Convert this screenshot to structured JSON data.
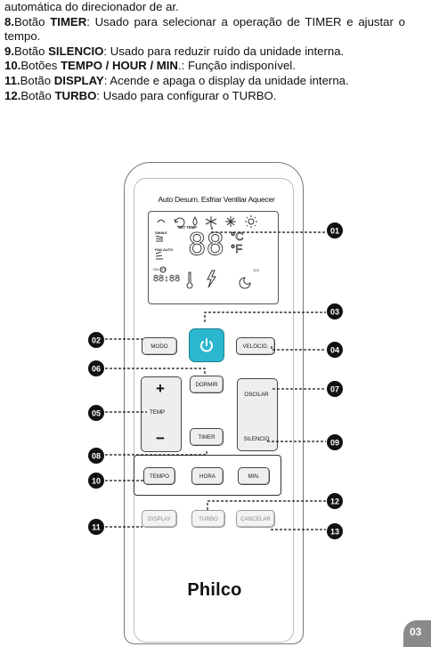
{
  "text": {
    "line1": "automática do direcionador de ar.",
    "item8": {
      "num": "8.",
      "pre": "Botão ",
      "key": "TIMER",
      "desc": ": Usado para selecionar a operação de TIMER e ajustar o tempo."
    },
    "item9": {
      "num": "9.",
      "pre": "Botão ",
      "key": "SILENCIO",
      "desc": ": Usado para reduzir ruído da unidade interna."
    },
    "item10": {
      "num": "10.",
      "pre": "Botões ",
      "key": "TEMPO / HOUR / MIN",
      "desc": ".: Função indisponível."
    },
    "item11": {
      "num": "11.",
      "pre": "Botão ",
      "key": "DISPLAY",
      "desc": ": Acende e apaga o display da unidade interna."
    },
    "item12": {
      "num": "12.",
      "pre": "Botão ",
      "key": "TURBO",
      "desc": ": Usado para configurar o TURBO."
    }
  },
  "remote": {
    "modes_label": "Auto Desum. Esfriar Ventilar Aquecer",
    "lcd": {
      "swing": "SWING",
      "set_temp": "SET TEMP",
      "fan_auto": "FAN AUTO",
      "on_off": "ON   OFF",
      "clock_digits": "88:88",
      "temp_digits": "88",
      "celsius": "°C",
      "fahrenheit": "°F",
      "sleep_num": "123"
    },
    "buttons": {
      "modo": "MODO",
      "velocid": "VELOCID.",
      "dormir": "DORMIR",
      "temp_plus": "+",
      "temp": "TEMP",
      "temp_minus": "−",
      "oscilar": "OSCILAR",
      "silencio": "SILENCIO",
      "timer": "TIMER",
      "tempo": "TEMPO",
      "hora": "HORA",
      "min": "MIN.",
      "display": "DISPLAY",
      "turbo": "TURBO",
      "cancelar": "CANCELAR"
    },
    "brand": "Philco",
    "power_color": "#2bb7cf"
  },
  "callouts": {
    "c01": "01",
    "c02": "02",
    "c03": "03",
    "c04": "04",
    "c05": "05",
    "c06": "06",
    "c07": "07",
    "c08": "08",
    "c09": "09",
    "c10": "10",
    "c11": "11",
    "c12": "12",
    "c13": "13"
  },
  "page_number": "03"
}
